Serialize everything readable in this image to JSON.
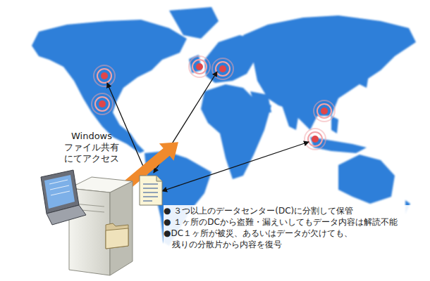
{
  "diagram": {
    "labels": [
      "Windows ファイル共有 にてアクセス",
      "● ３つ以上のデータセンター(DC)に分割して保管",
      "● １ヶ所のDCから盗難・漏えいしてもデータ内容は解読不能",
      "●DC１ヶ所が被災、あるいはデータが欠けても、 残りの分散片から内容を復号"
    ]
  }
}
